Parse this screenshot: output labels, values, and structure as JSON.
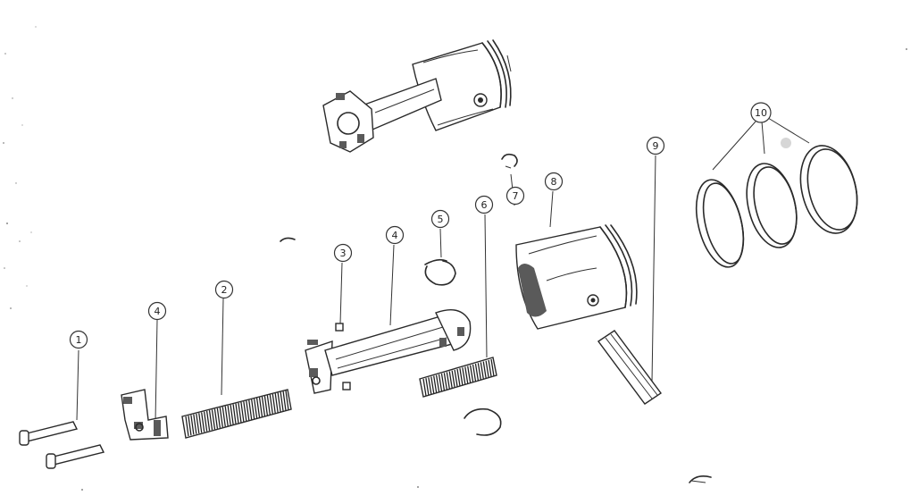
{
  "diagram": {
    "ink_color": "#2a2a2a",
    "paper_color": "#ffffff",
    "callouts": [
      {
        "id": "c1",
        "label": "1"
      },
      {
        "id": "c4a",
        "label": "4"
      },
      {
        "id": "c2",
        "label": "2"
      },
      {
        "id": "c3",
        "label": "3"
      },
      {
        "id": "c4b",
        "label": "4"
      },
      {
        "id": "c5",
        "label": "5"
      },
      {
        "id": "c6",
        "label": "6"
      },
      {
        "id": "c7",
        "label": "7"
      },
      {
        "id": "c8",
        "label": "8"
      },
      {
        "id": "c9",
        "label": "9"
      },
      {
        "id": "c10",
        "label": "10"
      }
    ],
    "parts": [
      {
        "id": "p1",
        "icon": "bolt-icon",
        "callout": "1"
      },
      {
        "id": "p4a",
        "icon": "bearing-cap-icon",
        "callout": "4"
      },
      {
        "id": "p2",
        "icon": "spring-icon",
        "callout": "2"
      },
      {
        "id": "p3",
        "icon": "nut-icon",
        "callout": "3"
      },
      {
        "id": "p4b",
        "icon": "connecting-rod-icon",
        "callout": "4"
      },
      {
        "id": "p5",
        "icon": "circlip-icon",
        "callout": "5"
      },
      {
        "id": "p6",
        "icon": "spring-icon",
        "callout": "6"
      },
      {
        "id": "p7",
        "icon": "circlip-icon",
        "callout": "7"
      },
      {
        "id": "p8",
        "icon": "piston-icon",
        "callout": "8"
      },
      {
        "id": "p9",
        "icon": "piston-pin-icon",
        "callout": "9"
      },
      {
        "id": "p10",
        "icon": "piston-ring-icon",
        "callout": "10"
      }
    ]
  }
}
